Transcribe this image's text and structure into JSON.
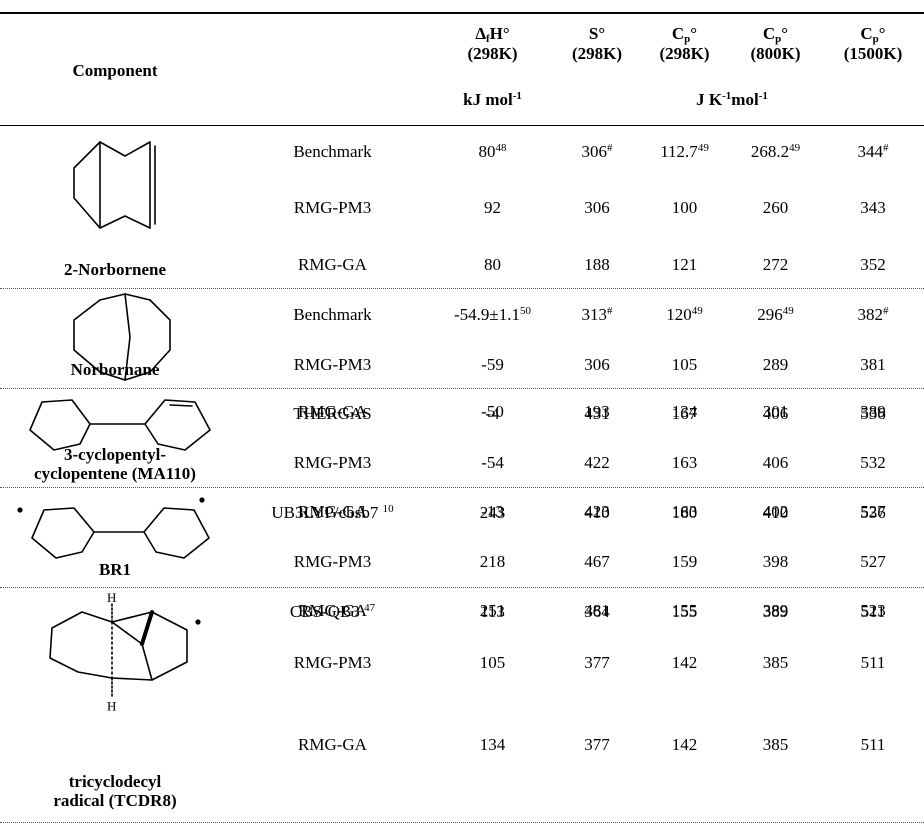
{
  "header": {
    "component": "Component",
    "dfh_symbol": "Δ",
    "dfh_sub": "f",
    "dfh_rest": "H°",
    "dfh_cond": "(298K)",
    "s_label": "S°",
    "s_cond": "(298K)",
    "cp_base": "C",
    "cp_sub": "p",
    "cp_deg": "°",
    "cp298_cond": "(298K)",
    "cp800_cond": "(800K)",
    "cp1500_cond": "(1500K)",
    "unit_kj": "kJ mol",
    "unit_kj_sup": "-1",
    "unit_j_a": "J K",
    "unit_j_sup1": "-1",
    "unit_j_b": "mol",
    "unit_j_sup2": "-1"
  },
  "components": [
    {
      "name": [
        "2-Norbornene"
      ],
      "structure_icon": "norbornene-structure",
      "rows": [
        {
          "method": "Benchmark",
          "dfh": "80",
          "dfh_ref": "48",
          "s": "306",
          "s_ref": "#",
          "cp298": "112.7",
          "cp298_ref": "49",
          "cp800": "268.2",
          "cp800_ref": "49",
          "cp1500": "344",
          "cp1500_ref": "#"
        },
        {
          "method": "RMG-PM3",
          "dfh": "92",
          "s": "306",
          "cp298": "100",
          "cp800": "260",
          "cp1500": "343"
        },
        {
          "method": "RMG-GA",
          "dfh": "80",
          "s": "188",
          "cp298": "121",
          "cp800": "272",
          "cp1500": "352"
        }
      ]
    },
    {
      "name": [
        "Norbornane"
      ],
      "structure_icon": "norbornane-structure",
      "rows": [
        {
          "method": "Benchmark",
          "dfh": "-54.9±1.1",
          "dfh_ref": "50",
          "s": "313",
          "s_ref": "#",
          "cp298": "120",
          "cp298_ref": "49",
          "cp800": "296",
          "cp800_ref": "49",
          "cp1500": "382",
          "cp1500_ref": "#"
        },
        {
          "method": "RMG-PM3",
          "dfh": "-59",
          "s": "306",
          "cp298": "105",
          "cp800": "289",
          "cp1500": "381"
        },
        {
          "method": "RMG-GA",
          "dfh": "-50",
          "s": "193",
          "cp298": "134",
          "cp800": "301",
          "cp1500": "389"
        }
      ]
    },
    {
      "name": [
        "3-cyclopentyl-",
        "cyclopentene (MA110)"
      ],
      "structure_icon": "cyclopentyl-cyclopentene-structure",
      "rows": [
        {
          "method": "THERGAS",
          "dfh": "-4",
          "s": "431",
          "cp298": "167",
          "cp800": "406",
          "cp1500": "536"
        },
        {
          "method": "RMG-PM3",
          "dfh": "-54",
          "s": "422",
          "cp298": "163",
          "cp800": "406",
          "cp1500": "532"
        },
        {
          "method": "RMG-GA",
          "dfh": "-13",
          "s": "423",
          "cp298": "163",
          "cp800": "402",
          "cp1500": "527"
        }
      ]
    },
    {
      "name": [
        "BR1"
      ],
      "structure_icon": "bicyclopentyl-biradical-structure",
      "rows": [
        {
          "method": "UB3LYP/cbsb7",
          "method_ref": "10",
          "dfh": "243",
          "s": "410",
          "cp298": "180",
          "cp800": "410",
          "cp1500": "536"
        },
        {
          "method": "RMG-PM3",
          "dfh": "218",
          "s": "467",
          "cp298": "159",
          "cp800": "398",
          "cp1500": "527"
        },
        {
          "method": "RMG-GA",
          "dfh": "251",
          "s": "481",
          "cp298": "155",
          "cp800": "389",
          "cp1500": "523"
        }
      ]
    },
    {
      "name": [
        "tricyclodecyl",
        "radical (TCDR8)"
      ],
      "structure_icon": "tricyclodecyl-radical-structure",
      "structure_labels": [
        "H",
        "H"
      ],
      "rows": [
        {
          "method": "CBS-QB3",
          "method_ref": "47",
          "dfh": "113",
          "s": "364",
          "cp298": "155",
          "cp800": "389",
          "cp1500": "511"
        },
        {
          "method": "RMG-PM3",
          "dfh": "105",
          "s": "377",
          "cp298": "142",
          "cp800": "385",
          "cp1500": "511"
        },
        {
          "method": "RMG-GA",
          "dfh": "134",
          "s": "377",
          "cp298": "142",
          "cp800": "385",
          "cp1500": "511"
        }
      ]
    }
  ]
}
